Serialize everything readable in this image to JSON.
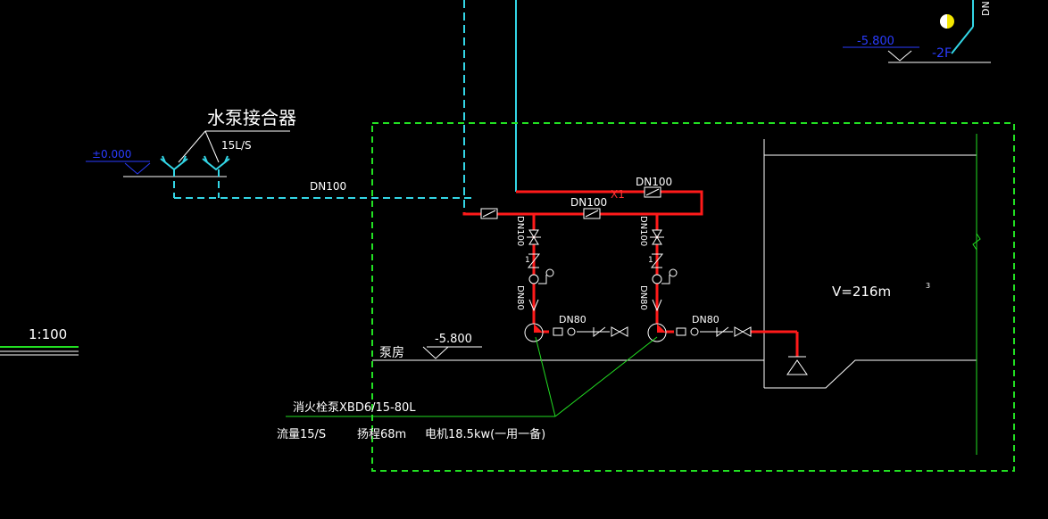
{
  "colors": {
    "background": "#000000",
    "pipe_fire": "#ff1a1a",
    "pipe_cyan": "#33d6e6",
    "room_boundary": "#22e022",
    "elevation_blue": "#2a3cff",
    "text_white": "#ffffff",
    "leader_green": "#22dd22"
  },
  "labels": {
    "scale": "1:100",
    "pump_adapter": "水泵接合器",
    "adapter_flow": "15L/S",
    "ground_elev": "±0.000",
    "pipe_dn100_cyan": "DN100",
    "pipe_dn100_a": "DN100",
    "pipe_dn100_b": "DN100",
    "marker_x1": "X1",
    "riser_dn100_left": "DN100",
    "riser_dn100_right": "DN100",
    "riser_dn80_left": "DN80",
    "riser_dn80_right": "DN80",
    "outlet_dn80_left": "DN80",
    "outlet_dn80_right": "DN80",
    "check_mark_left": "1",
    "check_mark_right": "1",
    "tank_volume": "V=216m",
    "tank_volume_sup": "3",
    "room_name": "泵房",
    "room_elev": "-5.800",
    "floor_elev": "-5.800",
    "floor_name": "-2F",
    "corner_text": "DN",
    "pump_model": "消火栓泵XBD6/15-80L",
    "pump_flow": "流量15/S",
    "pump_head": "扬程68m",
    "pump_motor": "电机18.5kw(一用一备)"
  },
  "icons": [
    "fire-pump-icon",
    "gate-valve-icon",
    "check-valve-icon",
    "pressure-gauge-icon",
    "flow-meter-icon",
    "siamese-connector-icon",
    "level-marker-icon",
    "bulb-icon"
  ]
}
